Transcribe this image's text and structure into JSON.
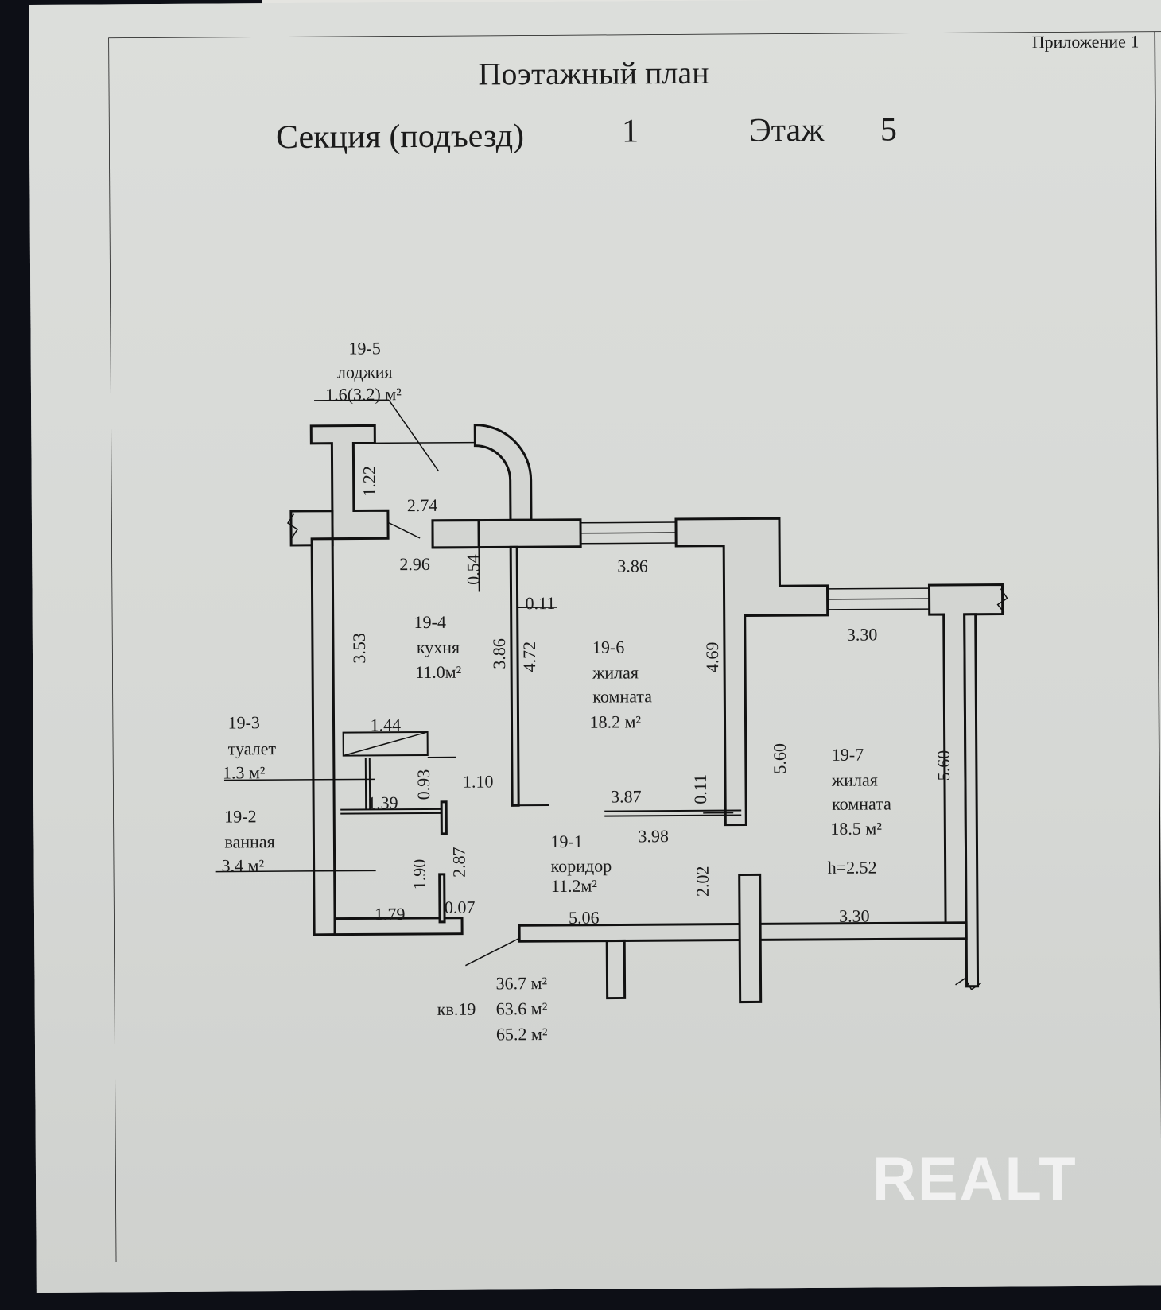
{
  "header": {
    "appendix": "Приложение 1",
    "title": "Поэтажный план",
    "section_label": "Секция (подъезд)",
    "section_value": "1",
    "floor_label": "Этаж",
    "floor_value": "5"
  },
  "rooms": {
    "loggia": {
      "id": "19-5",
      "name": "лоджия",
      "area": "1.6(3.2) м²"
    },
    "kitchen": {
      "id": "19-4",
      "name": "кухня",
      "area": "11.0м²"
    },
    "toilet": {
      "id": "19-3",
      "name": "туалет",
      "area": "1.3 м²"
    },
    "bathroom": {
      "id": "19-2",
      "name": "ванная",
      "area": "3.4 м²"
    },
    "corridor": {
      "id": "19-1",
      "name": "коридор",
      "area": "11.2м²"
    },
    "living6": {
      "id": "19-6",
      "name1": "жилая",
      "name2": "комната",
      "area": "18.2 м²"
    },
    "living7": {
      "id": "19-7",
      "name1": "жилая",
      "name2": "комната",
      "area": "18.5 м²"
    }
  },
  "dimensions": {
    "d122": "1.22",
    "d274": "2.74",
    "d296": "2.96",
    "d054": "0.54",
    "d386top": "3.86",
    "d011a": "0.11",
    "d353": "3.53",
    "d386v": "3.86",
    "d472": "4.72",
    "d469": "4.69",
    "d330top": "3.30",
    "d144": "1.44",
    "d093": "0.93",
    "d110": "1.10",
    "d139": "1.39",
    "d387": "3.87",
    "d011b": "0.11",
    "d560a": "5.60",
    "d560b": "5.60",
    "d398": "3.98",
    "d287": "2.87",
    "d190": "1.90",
    "d202": "2.02",
    "d007": "0.07",
    "d179": "1.79",
    "d506": "5.06",
    "d330bot": "3.30"
  },
  "ceiling_height": "h=2.52",
  "totals": {
    "apartment": "кв.19",
    "living_area": "36.7 м²",
    "total_area": "63.6 м²",
    "total_with_loggia": "65.2 м²"
  },
  "watermark": "REALT"
}
